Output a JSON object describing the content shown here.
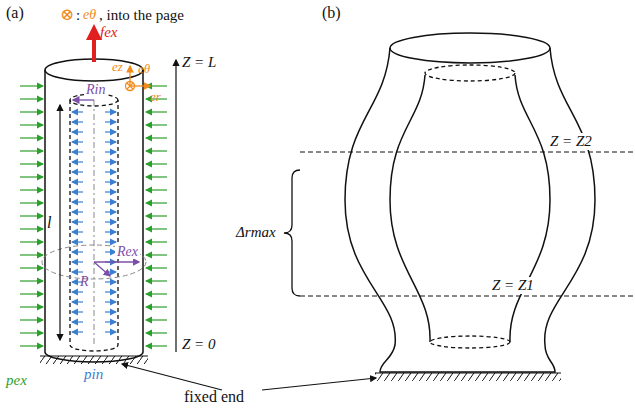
{
  "diagram": {
    "labels": [
      "(a)",
      "⊗",
      ":",
      "eθ",
      ", into the page",
      "(b)",
      "fex",
      "Z = L",
      "Rin",
      "ez",
      "eθ",
      "er",
      "Rex",
      "R",
      "l",
      "pex",
      "pin",
      "Z = 0",
      "fixed end",
      "Z = Z2",
      "Z = Z1",
      "Δrmax"
    ]
  }
}
